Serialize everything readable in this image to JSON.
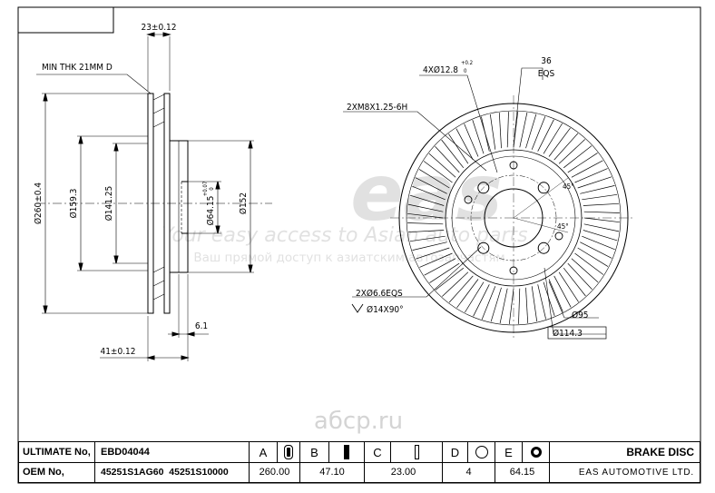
{
  "watermark": {
    "logo": "eas",
    "line_en": "Your easy access to Asian auto parts",
    "line_ru": "Ваш прямой доступ к азиатским автозапчастям",
    "site": "aбcp.ru"
  },
  "dimensions": {
    "thickness": "23±0.12",
    "min_thickness": "MIN THK 21MM D",
    "dia_outer": "Ø260±0.4",
    "dia_159": "Ø159.3",
    "dia_141": "Ø141.25",
    "dia_hub": "Ø64.15",
    "dia_hub_tol": "+0.07",
    "dia_hub_tol2": "0",
    "dia_152": "Ø152",
    "hub_depth": "6.1",
    "height": "41±0.12",
    "bolt_holes": "4XØ12.8",
    "bolt_tol_top": "+0.2",
    "bolt_tol_bot": "0",
    "angle_36": "36",
    "eqs": "EQS",
    "thread": "2XM8X1.25-6H",
    "small_holes": "2XØ6.6EQS",
    "chamfer": "Ø14X90°",
    "dia_95": "Ø95",
    "pcd": "Ø114.3",
    "angle_45a": "45°",
    "angle_45b": "45°"
  },
  "titleblock": {
    "row1": {
      "label": "ULTIMATE No,",
      "value": "EBD04044",
      "cols": [
        "A",
        "B",
        "C",
        "D",
        "E"
      ],
      "title": "BRAKE DISC"
    },
    "row2": {
      "label": "OEM No,",
      "value": "45251S1AG60  45251S10000",
      "vals": [
        "260.00",
        "47.10",
        "23.00",
        "4",
        "64.15"
      ],
      "company": "EAS AUTOMOTIVE LTD."
    }
  }
}
